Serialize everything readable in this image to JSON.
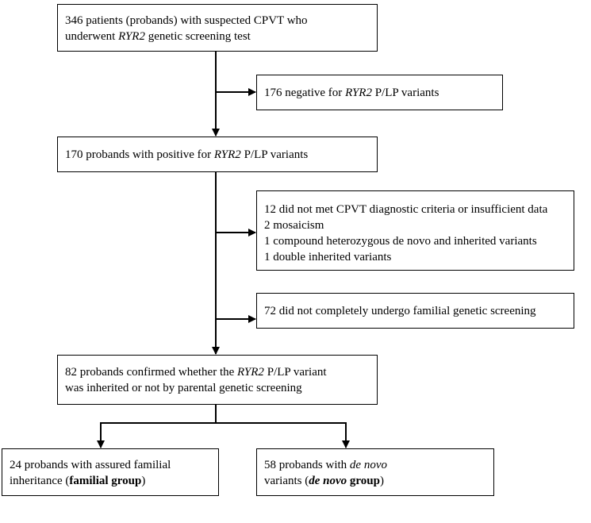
{
  "boxes": {
    "screened": {
      "lines": [
        [
          {
            "t": "346 patients (probands) with suspected CPVT who"
          }
        ],
        [
          {
            "t": "underwent "
          },
          {
            "t": "RYR2",
            "i": true
          },
          {
            "t": " genetic screening test"
          }
        ]
      ]
    },
    "negative": {
      "lines": [
        [
          {
            "t": "176 negative for "
          },
          {
            "t": "RYR2",
            "i": true
          },
          {
            "t": " P/LP variants"
          }
        ]
      ]
    },
    "positive": {
      "lines": [
        [
          {
            "t": "170 probands with positive for "
          },
          {
            "t": "RYR2",
            "i": true
          },
          {
            "t": " P/LP variants"
          }
        ]
      ]
    },
    "excluded": {
      "lines": [
        [
          {
            "t": "12 did not met CPVT diagnostic criteria or insufficient data"
          }
        ],
        [
          {
            "t": "2 mosaicism"
          }
        ],
        [
          {
            "t": "1 compound heterozygous de novo and inherited variants"
          }
        ],
        [
          {
            "t": "1 double inherited variants"
          }
        ]
      ]
    },
    "incomplete": {
      "lines": [
        [
          {
            "t": "72 did not completely undergo familial genetic screening"
          }
        ]
      ]
    },
    "confirmed": {
      "lines": [
        [
          {
            "t": "82 probands confirmed whether the "
          },
          {
            "t": "RYR2",
            "i": true
          },
          {
            "t": " P/LP variant"
          }
        ],
        [
          {
            "t": "was inherited or not by parental genetic screening"
          }
        ]
      ]
    },
    "familial": {
      "lines": [
        [
          {
            "t": "24 probands with assured familial"
          }
        ],
        [
          {
            "t": "inheritance ("
          },
          {
            "t": "familial group",
            "b": true
          },
          {
            "t": ")"
          }
        ]
      ]
    },
    "denovo": {
      "lines": [
        [
          {
            "t": "58 probands with "
          },
          {
            "t": "de novo",
            "i": true
          }
        ],
        [
          {
            "t": "variants ("
          },
          {
            "t": "de novo",
            "b": true,
            "i": true
          },
          {
            "t": " group",
            "b": true
          },
          {
            "t": ")"
          }
        ]
      ]
    }
  }
}
